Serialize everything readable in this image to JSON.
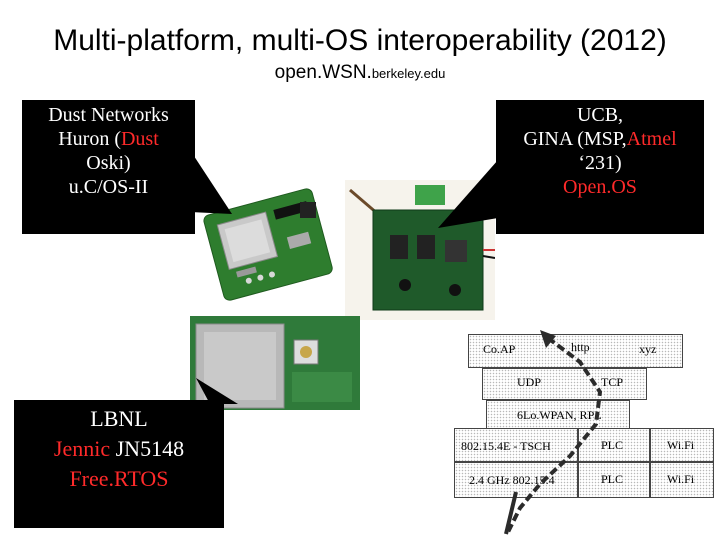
{
  "slide": {
    "title": "Multi-platform, multi-OS interoperability (2012)",
    "subtitle_main": "open.WSN.",
    "subtitle_small": "berkeley.edu"
  },
  "callouts": {
    "dust": {
      "line1": "Dust Networks",
      "line2a": "Huron (",
      "line2b": "Dust",
      "line3": "Oski)",
      "line4": "u.C/OS-II"
    },
    "ucb": {
      "line1": "UCB,",
      "line2a": "GINA (MSP,",
      "line2b": "Atmel",
      "line3": "‘231)",
      "line4": "Open.OS"
    },
    "lbnl": {
      "line1": "LBNL",
      "line2a": "Jennic",
      "line2b": " JN5148",
      "line3": "Free.RTOS"
    }
  },
  "stack": {
    "coap": "Co.AP",
    "http": "http",
    "xyz": "xyz",
    "udp": "UDP",
    "tcp": "TCP",
    "lowpan": "6Lo.WPAN, RPL",
    "mac1": "802.15.4E - TSCH",
    "plc1": "PLC",
    "wifi1": "Wi.Fi",
    "phy": "2.4 GHz 802.15.4",
    "plc2": "PLC",
    "wifi2": "Wi.Fi"
  },
  "colors": {
    "highlight": "#ff2a2a",
    "callout_bg": "#000000",
    "arrow": "#2b2b2b"
  }
}
